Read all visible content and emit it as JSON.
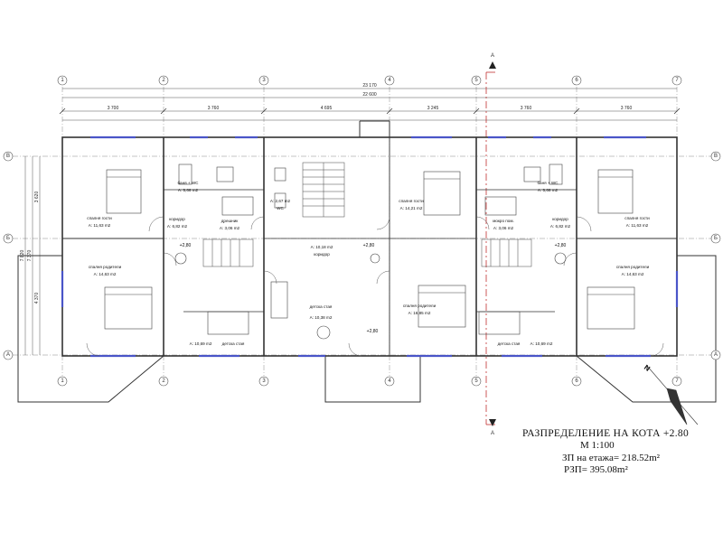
{
  "grid_axes_vertical": [
    "1",
    "2",
    "3",
    "4",
    "5",
    "6",
    "7"
  ],
  "grid_axes_horizontal": [
    "B",
    "Б",
    "A"
  ],
  "section_markers": [
    "A",
    "A"
  ],
  "dimensions": {
    "overall_outer": "23 170",
    "overall_inner": "22 600",
    "spans": [
      "3 700",
      "3 760",
      "4 695",
      "3 245",
      "3 760",
      "3 760"
    ],
    "left_total": "7 820",
    "left_total_2": "7 370",
    "left_upper": "3 620",
    "left_lower": "4 370"
  },
  "rooms": [
    {
      "name": "спалня гости",
      "area": "A: 11,63 m2"
    },
    {
      "name": "баня + WC",
      "area": "A: 5,66 m2"
    },
    {
      "name": "коридор",
      "area": "A: 6,82 m2"
    },
    {
      "name": "дрешник",
      "area": "A: 3,06 m2"
    },
    {
      "name": "WC",
      "area": "A: 2,67 m2"
    },
    {
      "name": "коридор",
      "area": "A: 10,18 m2"
    },
    {
      "name": "спалня гости",
      "area": "A: 14,21 m2"
    },
    {
      "name": "мокро пом.",
      "area": "A: 3,06 m2"
    },
    {
      "name": "коридор",
      "area": "A: 6,82 m2"
    },
    {
      "name": "баня + WC",
      "area": "A: 5,66 m2"
    },
    {
      "name": "спалня гости",
      "area": "A: 11,63 m2"
    },
    {
      "name": "спалня родители",
      "area": "A: 14,63 m2"
    },
    {
      "name": "детска стая",
      "area": "A: 10,69 m2"
    },
    {
      "name": "детска стая",
      "area": "A: 10,38 m2"
    },
    {
      "name": "спалня родители",
      "area": "A: 16,85 m2"
    },
    {
      "name": "детска стая",
      "area": "A: 10,69 m2"
    },
    {
      "name": "спалня родители",
      "area": "A: 14,63 m2"
    }
  ],
  "levels": [
    "+2,80",
    "+2,80",
    "+2,80",
    "+2,80"
  ],
  "north": "N",
  "title": {
    "line1": "РАЗПРЕДЕЛЕНИЕ НА  КОТА +2.80",
    "line2": "М 1:100",
    "line3": "ЗП на етажа= 218.52m²",
    "line4": "РЗП= 395.08m²"
  },
  "colors": {
    "line": "#333333",
    "window": "#4a55c8",
    "dim": "#555555",
    "background": "#ffffff"
  }
}
